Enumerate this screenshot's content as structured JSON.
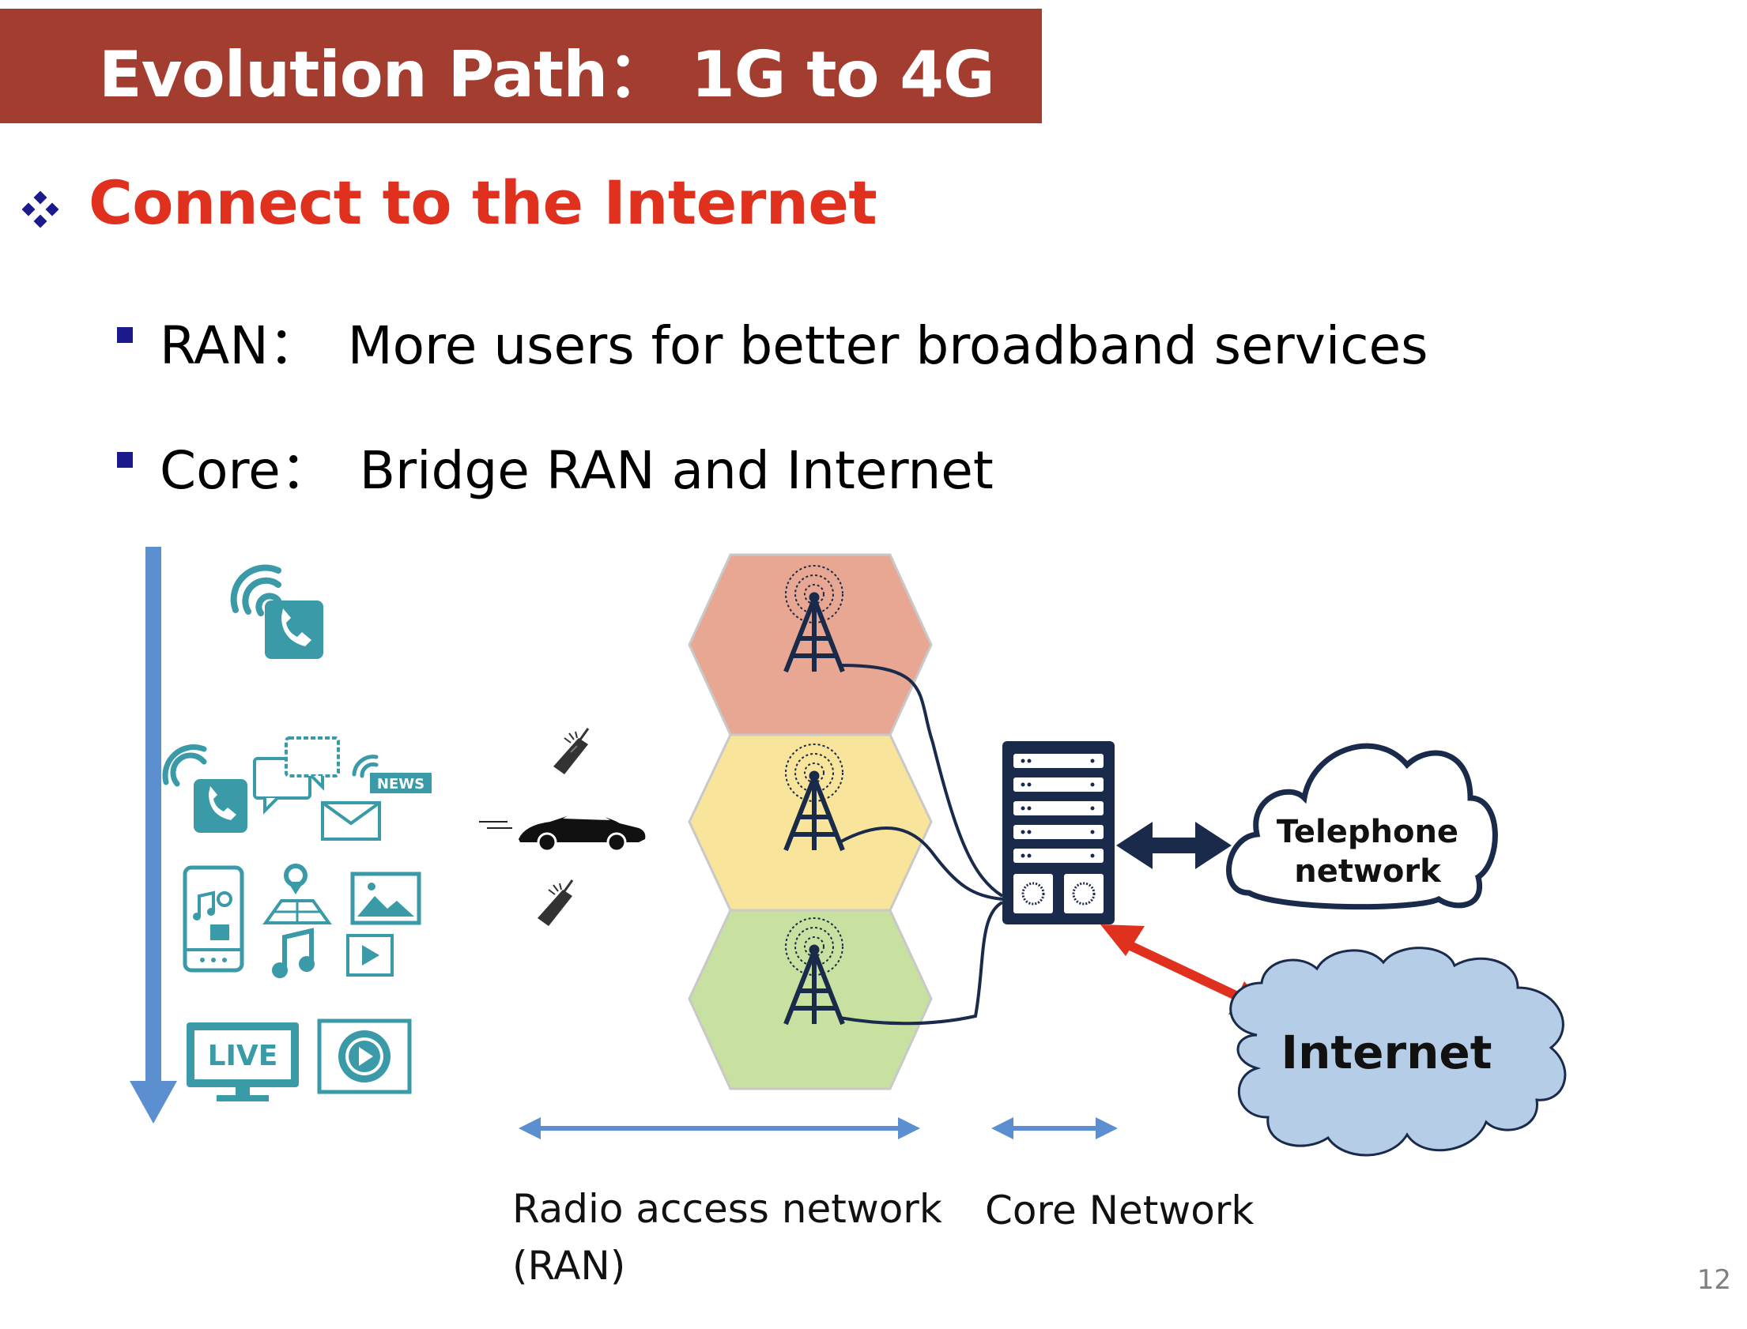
{
  "title": "Evolution Path： 1G to 4G",
  "heading": "Connect to the Internet",
  "bullets": [
    {
      "term": "RAN：",
      "text": "More users for better broadband services"
    },
    {
      "term": "Core：",
      "text": "Bridge RAN and Internet"
    }
  ],
  "diagram": {
    "news_badge": "NEWS",
    "live_badge": "LIVE",
    "telephone_cloud": [
      "Telephone",
      "network"
    ],
    "internet_cloud": "Internet",
    "ran_label": [
      "Radio access network",
      "(RAN)"
    ],
    "core_label": "Core Network",
    "colors": {
      "hex_top": "#e8a792",
      "hex_mid": "#f8e49a",
      "hex_bot": "#c8e0a0",
      "arrow_blue": "#5b8fd0",
      "arrow_red": "#e0301e",
      "server": "#1a2a4a",
      "internet": "#b6cde8"
    }
  },
  "page_number": "12"
}
